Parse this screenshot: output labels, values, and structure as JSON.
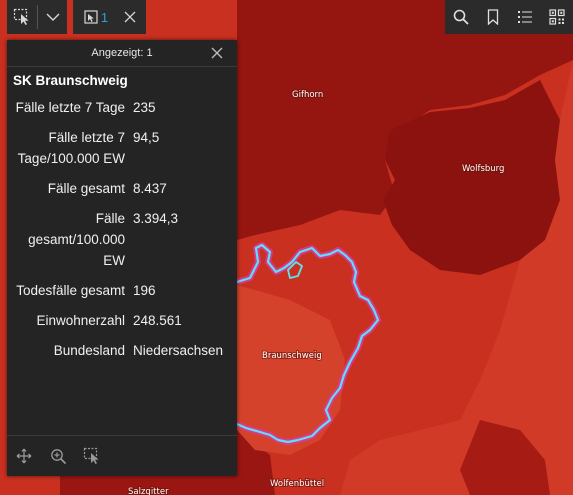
{
  "map": {
    "labels": {
      "gifhorn": "Gifhorn",
      "wolfsburg": "Wolfsburg",
      "braunschweig": "Braunschweig",
      "wolfenbuettel": "Wolfenbüttel",
      "salzgitter": "Salzgitter"
    },
    "colors": {
      "base": "#c9301f",
      "dark": "#9a1612",
      "darker": "#8d1410",
      "light": "#d4402a",
      "selection_outline": "#5ee2f2",
      "selection_glow": "#d83aa0"
    }
  },
  "toolbar_left": {
    "select_icon": "select-tool-icon",
    "dropdown_icon": "chevron-down-icon",
    "selection_count": "1",
    "selection_icon": "selection-icon",
    "clear_icon": "close-icon"
  },
  "toolbar_right": {
    "icons": [
      "search-icon",
      "bookmark-icon",
      "list-icon",
      "qr-code-icon"
    ]
  },
  "popup": {
    "header": "Angezeigt: 1",
    "title": "SK Braunschweig",
    "attributes": [
      {
        "key": "Fälle letzte 7 Tage",
        "value": "235"
      },
      {
        "key": "Fälle letzte 7 Tage/100.000 EW",
        "value": "94,5"
      },
      {
        "key": "Fälle gesamt",
        "value": "8.437"
      },
      {
        "key": "Fälle gesamt/100.000 EW",
        "value": "3.394,3"
      },
      {
        "key": "Todesfälle gesamt",
        "value": "196"
      },
      {
        "key": "Einwohnerzahl",
        "value": "248.561"
      },
      {
        "key": "Bundesland",
        "value": "Niedersachsen"
      }
    ],
    "footer_icons": [
      "pan-icon",
      "zoom-to-icon",
      "select-tool-icon"
    ]
  }
}
